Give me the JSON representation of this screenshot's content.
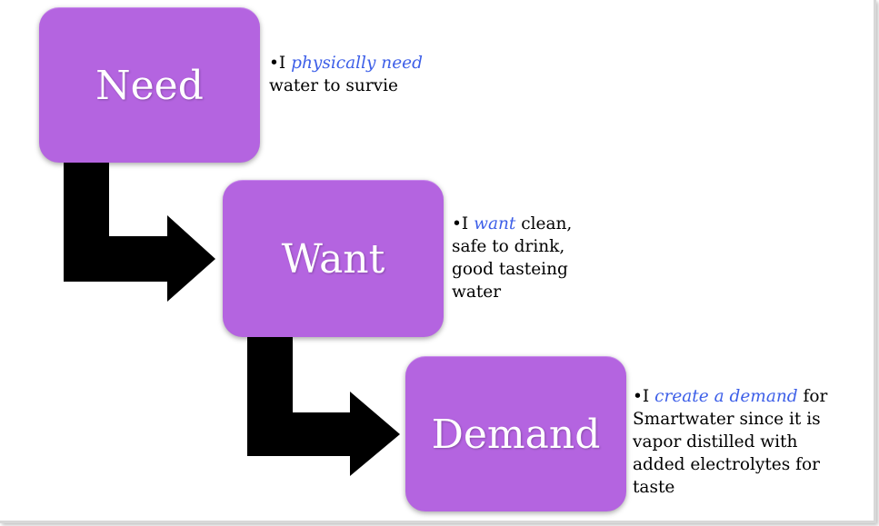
{
  "diagram": {
    "colors": {
      "box_fill": "#b464e0",
      "box_text": "#ffffff",
      "highlight_text": "#3d5fe8",
      "arrow": "#000000"
    },
    "steps": [
      {
        "label": "Need",
        "note": {
          "bullet": "•",
          "prefix": "I ",
          "highlight": "physically need",
          "suffix": " water to survie"
        }
      },
      {
        "label": "Want",
        "note": {
          "bullet": "•",
          "prefix": "I ",
          "highlight": "want",
          "suffix": " clean, safe to drink, good tasteing water"
        }
      },
      {
        "label": "Demand",
        "note": {
          "bullet": "•",
          "prefix": "I ",
          "highlight": "create a demand",
          "suffix": " for Smartwater since it is vapor distilled with added electrolytes for taste"
        }
      }
    ],
    "connectors": [
      {
        "from": "Need",
        "to": "Want",
        "icon": "elbow-arrow-icon"
      },
      {
        "from": "Want",
        "to": "Demand",
        "icon": "elbow-arrow-icon"
      }
    ]
  }
}
